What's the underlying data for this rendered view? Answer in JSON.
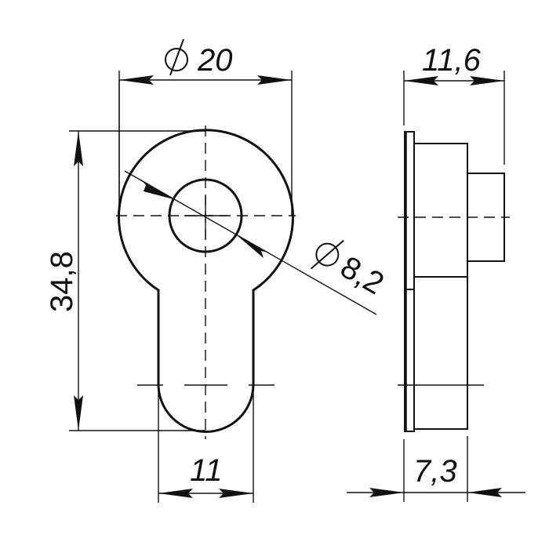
{
  "drawing": {
    "title": "Escutcheon / cylinder cover technical drawing",
    "views": [
      "front-view",
      "side-view"
    ],
    "colors": {
      "line": "#111111",
      "background": "#ffffff"
    }
  },
  "dimensions": {
    "outer_diameter": {
      "symbol": "⌀",
      "value": "20",
      "label": "⌀ 20"
    },
    "hole_diameter": {
      "symbol": "⌀",
      "value": "8,2",
      "label": "⌀ 8,2"
    },
    "overall_height": {
      "value": "34,8",
      "label": "34,8"
    },
    "slot_width": {
      "value": "11",
      "label": "11"
    },
    "total_depth": {
      "value": "11,6",
      "label": "11,6"
    },
    "body_depth": {
      "value": "7,3",
      "label": "7,3"
    }
  }
}
